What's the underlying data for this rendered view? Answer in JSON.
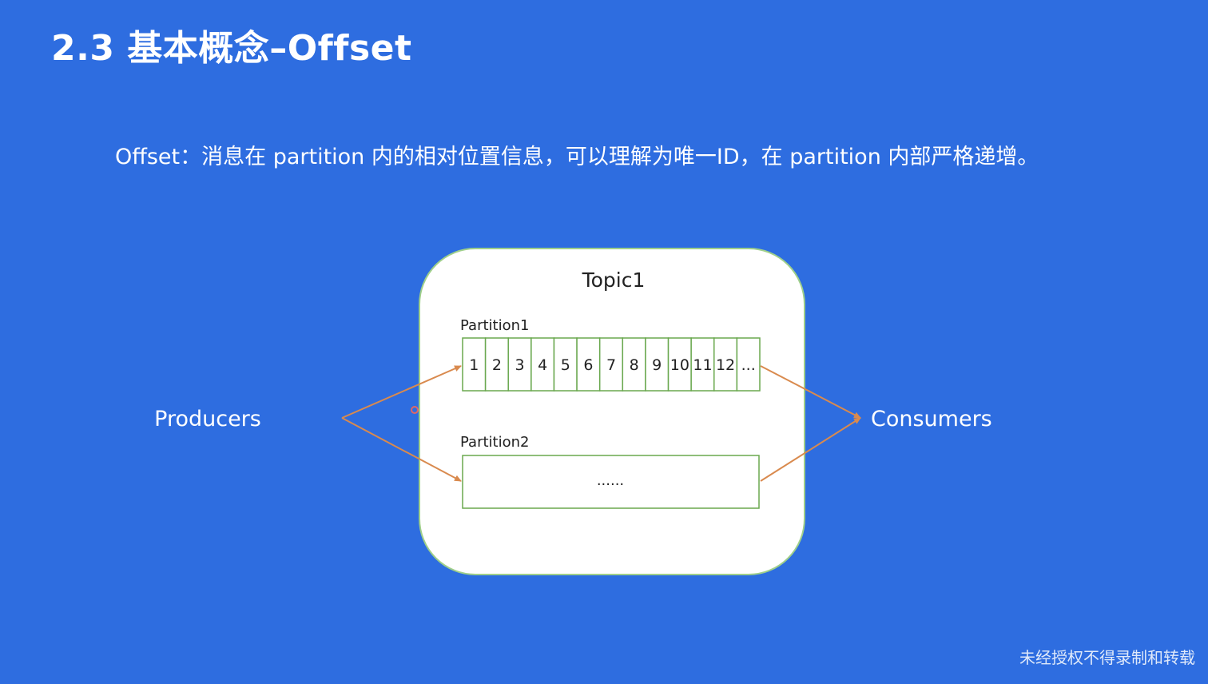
{
  "slide": {
    "title": "2.3 基本概念–Offset",
    "definition": "Offset：消息在 partition 内的相对位置信息，可以理解为唯一ID，在 partition 内部严格递增。",
    "watermark": "未经授权不得录制和转载"
  },
  "diagram": {
    "producers_label": "Producers",
    "consumers_label": "Consumers",
    "topic_label": "Topic1",
    "partitions": [
      {
        "label": "Partition1",
        "cells": [
          "1",
          "2",
          "3",
          "4",
          "5",
          "6",
          "7",
          "8",
          "9",
          "10",
          "11",
          "12",
          "..."
        ]
      },
      {
        "label": "Partition2",
        "content": "......"
      }
    ],
    "colors": {
      "background": "#2e6de0",
      "topic_fill": "#ffffff",
      "partition_border": "#6aa84f",
      "arrow": "#d98a4e",
      "text_light": "#ffffff",
      "text_dark": "#222222"
    }
  }
}
